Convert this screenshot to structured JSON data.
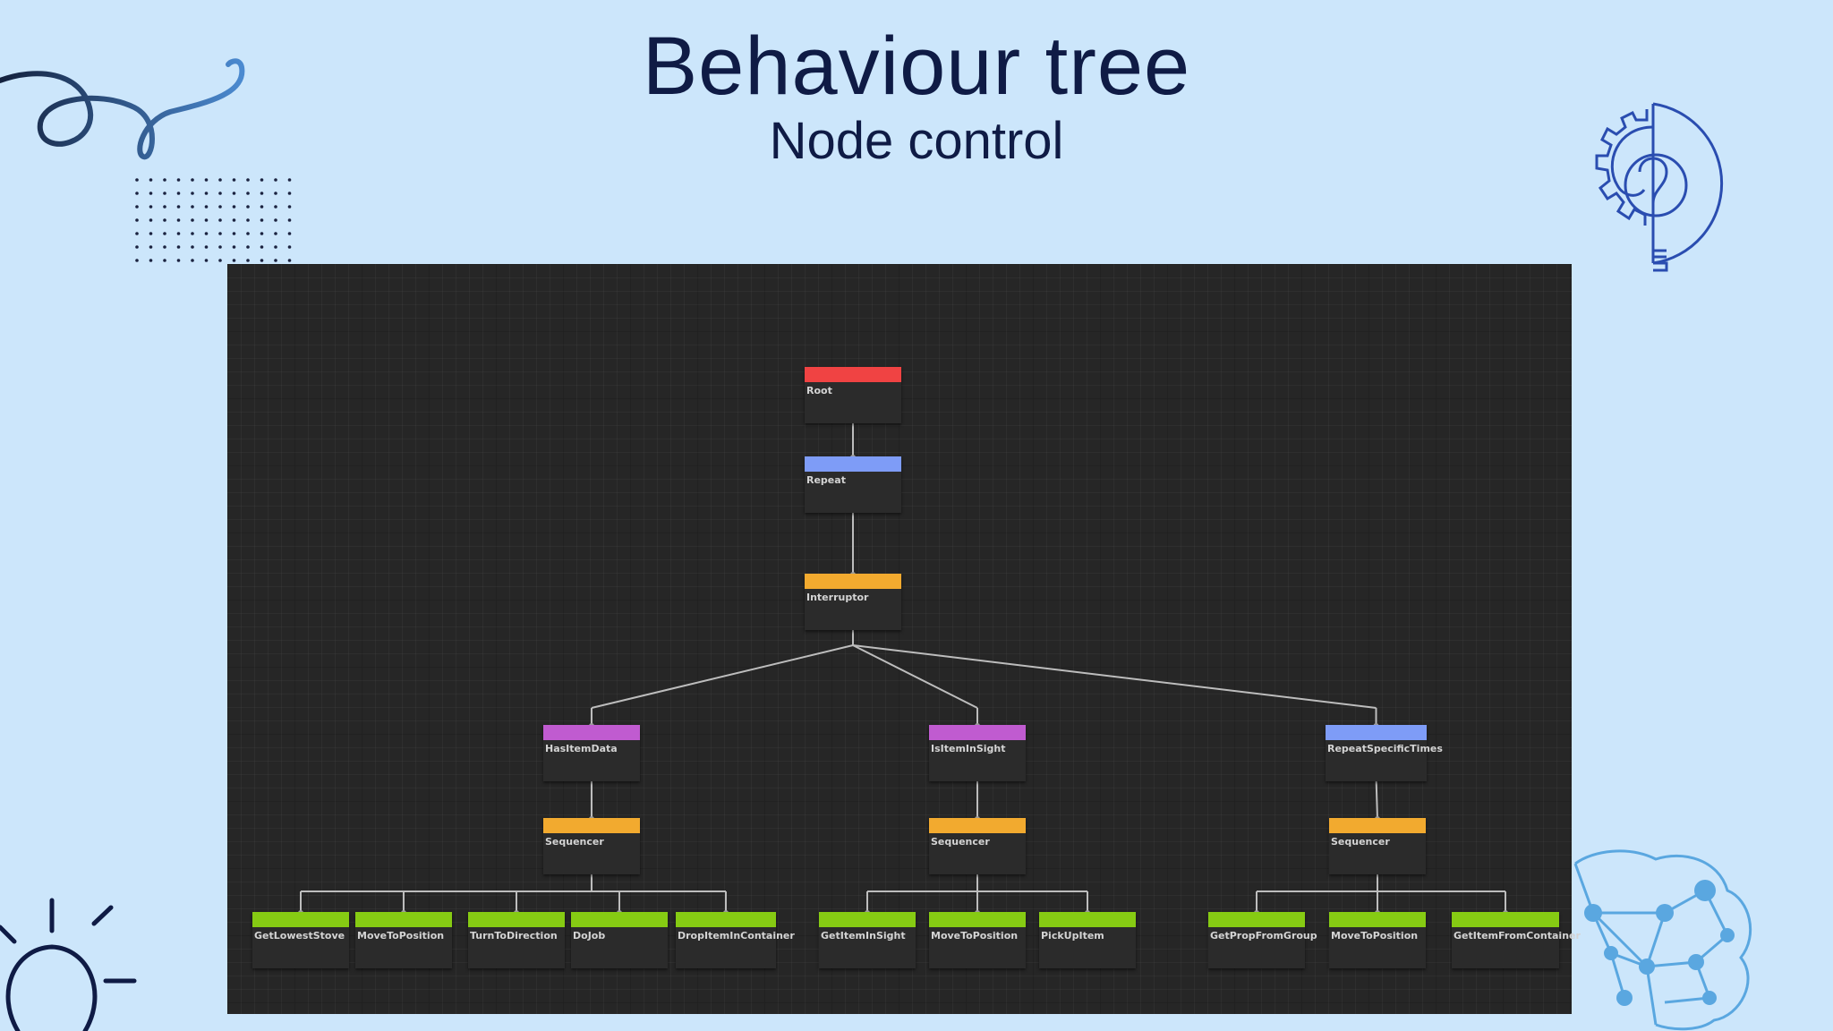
{
  "slide": {
    "title": "Behaviour tree",
    "subtitle": "Node control"
  },
  "colors": {
    "root": "#f04343",
    "decorator": "#7e9cf7",
    "composite": "#f2aa2f",
    "condition": "#c05bd0",
    "action": "#86cb13"
  },
  "decorations": [
    "squiggle-line",
    "dot-grid",
    "gear-lightbulb-icon",
    "brain-network-icon",
    "lightbulb-icon"
  ],
  "tree": {
    "nodes": [
      {
        "id": "root",
        "label": "Root",
        "kind": "root"
      },
      {
        "id": "repeat",
        "label": "Repeat",
        "kind": "decorator"
      },
      {
        "id": "interruptor",
        "label": "Interruptor",
        "kind": "composite"
      },
      {
        "id": "hasitem",
        "label": "HasItemData",
        "kind": "condition"
      },
      {
        "id": "isinsight",
        "label": "IsItemInSight",
        "kind": "condition"
      },
      {
        "id": "repeatspec",
        "label": "RepeatSpecificTimes",
        "kind": "decorator"
      },
      {
        "id": "seq1",
        "label": "Sequencer",
        "kind": "composite"
      },
      {
        "id": "seq2",
        "label": "Sequencer",
        "kind": "composite"
      },
      {
        "id": "seq3",
        "label": "Sequencer",
        "kind": "composite"
      },
      {
        "id": "a1",
        "label": "GetLowestStove",
        "kind": "action"
      },
      {
        "id": "a2",
        "label": "MoveToPosition",
        "kind": "action"
      },
      {
        "id": "a3",
        "label": "TurnToDirection",
        "kind": "action"
      },
      {
        "id": "a4",
        "label": "DoJob",
        "kind": "action"
      },
      {
        "id": "a5",
        "label": "DropItemInContainer",
        "kind": "action"
      },
      {
        "id": "a6",
        "label": "GetItemInSight",
        "kind": "action"
      },
      {
        "id": "a7",
        "label": "MoveToPosition",
        "kind": "action"
      },
      {
        "id": "a8",
        "label": "PickUpItem",
        "kind": "action"
      },
      {
        "id": "a9",
        "label": "GetPropFromGroup",
        "kind": "action"
      },
      {
        "id": "a10",
        "label": "MoveToPosition",
        "kind": "action"
      },
      {
        "id": "a11",
        "label": "GetItemFromContainer",
        "kind": "action"
      }
    ],
    "edges": [
      [
        "root",
        "repeat"
      ],
      [
        "repeat",
        "interruptor"
      ],
      [
        "interruptor",
        "hasitem"
      ],
      [
        "interruptor",
        "isinsight"
      ],
      [
        "interruptor",
        "repeatspec"
      ],
      [
        "hasitem",
        "seq1"
      ],
      [
        "isinsight",
        "seq2"
      ],
      [
        "repeatspec",
        "seq3"
      ],
      [
        "seq1",
        "a1"
      ],
      [
        "seq1",
        "a2"
      ],
      [
        "seq1",
        "a3"
      ],
      [
        "seq1",
        "a4"
      ],
      [
        "seq1",
        "a5"
      ],
      [
        "seq2",
        "a6"
      ],
      [
        "seq2",
        "a7"
      ],
      [
        "seq2",
        "a8"
      ],
      [
        "seq3",
        "a9"
      ],
      [
        "seq3",
        "a10"
      ],
      [
        "seq3",
        "a11"
      ]
    ]
  }
}
